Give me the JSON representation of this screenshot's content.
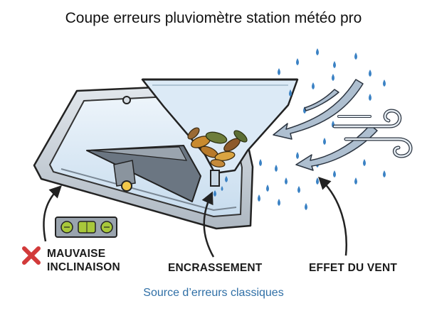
{
  "title": "Coupe erreurs pluviomètre station météo pro",
  "subtitle": "Source d’erreurs classiques",
  "labels": {
    "tilt_line1": "MAUVAISE",
    "tilt_line2": "INCLINAISON",
    "clog": "ENCRASSEMENT",
    "wind": "EFFET DU VENT"
  },
  "icons": {
    "tilt_error": "red-x-icon",
    "level": "bubble-level-icon",
    "wind": "wind-swirl-icon"
  },
  "colors": {
    "accent": "#2f6fa6",
    "error_red": "#d23a3a",
    "rain": "#3b82c4",
    "metal": "#c9d1d9",
    "water": "#dbeaf5",
    "level_green": "#a8c83a"
  }
}
